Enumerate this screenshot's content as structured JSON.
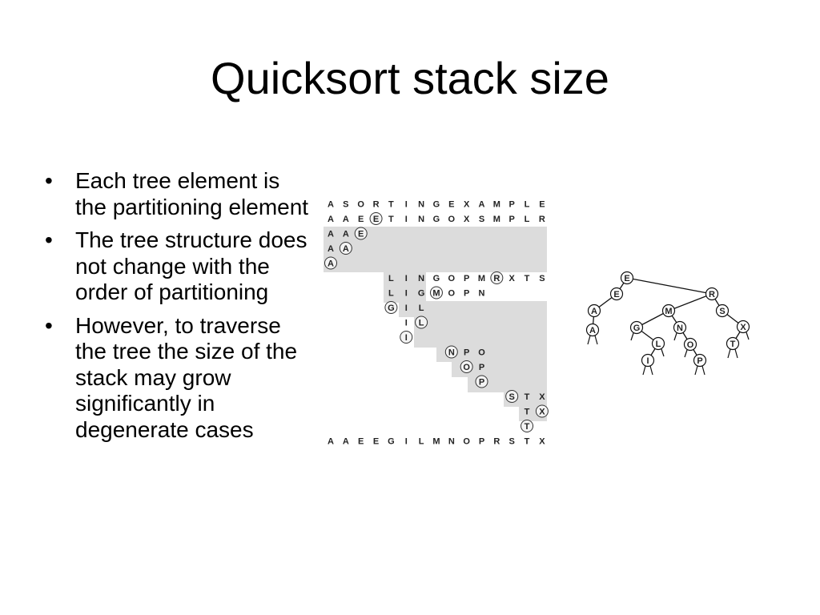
{
  "slide": {
    "title": "Quicksort stack size",
    "bullet_symbol": "•",
    "bullets": [
      "Each tree element is the partitioning element",
      "The tree structure does not change with the order of partitioning",
      "However, to traverse the tree the size of the stack may grow significantly in degenerate cases"
    ]
  },
  "trace": {
    "rows": [
      {
        "cells": [
          [
            "A",
            0
          ],
          [
            "S",
            0
          ],
          [
            "O",
            0
          ],
          [
            "R",
            0
          ],
          [
            "T",
            0
          ],
          [
            "I",
            0
          ],
          [
            "N",
            0
          ],
          [
            "G",
            0
          ],
          [
            "E",
            0
          ],
          [
            "X",
            0
          ],
          [
            "A",
            0
          ],
          [
            "M",
            0
          ],
          [
            "P",
            0
          ],
          [
            "L",
            0
          ],
          [
            "E",
            0
          ]
        ]
      },
      {
        "cells": [
          [
            "A",
            0
          ],
          [
            "A",
            0
          ],
          [
            "E",
            0
          ],
          [
            "E",
            1
          ],
          [
            "T",
            0
          ],
          [
            "I",
            0
          ],
          [
            "N",
            0
          ],
          [
            "G",
            0
          ],
          [
            "O",
            0
          ],
          [
            "X",
            0
          ],
          [
            "S",
            0
          ],
          [
            "M",
            0
          ],
          [
            "P",
            0
          ],
          [
            "L",
            0
          ],
          [
            "R",
            0
          ]
        ]
      },
      {
        "cells": [
          [
            "A",
            0
          ],
          [
            "A",
            0
          ],
          [
            "E",
            1
          ]
        ]
      },
      {
        "cells": [
          [
            "A",
            0
          ],
          [
            "A",
            1
          ]
        ]
      },
      {
        "cells": [
          [
            "A",
            1
          ]
        ]
      },
      {
        "offset": 4,
        "cells": [
          [
            "L",
            0
          ],
          [
            "I",
            0
          ],
          [
            "N",
            0
          ],
          [
            "G",
            0
          ],
          [
            "O",
            0
          ],
          [
            "P",
            0
          ],
          [
            "M",
            0
          ],
          [
            "R",
            1
          ],
          [
            "X",
            0
          ],
          [
            "T",
            0
          ],
          [
            "S",
            0
          ]
        ]
      },
      {
        "offset": 4,
        "cells": [
          [
            "L",
            0
          ],
          [
            "I",
            0
          ],
          [
            "G",
            0
          ],
          [
            "M",
            1
          ],
          [
            "O",
            0
          ],
          [
            "P",
            0
          ],
          [
            "N",
            0
          ]
        ]
      },
      {
        "offset": 4,
        "cells": [
          [
            "G",
            1
          ],
          [
            "I",
            0
          ],
          [
            "L",
            0
          ]
        ]
      },
      {
        "offset": 5,
        "cells": [
          [
            "I",
            0
          ],
          [
            "L",
            1
          ]
        ]
      },
      {
        "offset": 5,
        "cells": [
          [
            "I",
            1
          ]
        ]
      },
      {
        "offset": 8,
        "cells": [
          [
            "N",
            1
          ],
          [
            "P",
            0
          ],
          [
            "O",
            0
          ]
        ]
      },
      {
        "offset": 9,
        "cells": [
          [
            "O",
            1
          ],
          [
            "P",
            0
          ]
        ]
      },
      {
        "offset": 10,
        "cells": [
          [
            "P",
            1
          ]
        ]
      },
      {
        "offset": 12,
        "cells": [
          [
            "S",
            1
          ],
          [
            "T",
            0
          ],
          [
            "X",
            0
          ]
        ]
      },
      {
        "offset": 13,
        "cells": [
          [
            "T",
            0
          ],
          [
            "X",
            1
          ]
        ]
      },
      {
        "offset": 13,
        "cells": [
          [
            "T",
            1
          ]
        ]
      },
      {
        "cells": [
          [
            "A",
            0
          ],
          [
            "A",
            0
          ],
          [
            "E",
            0
          ],
          [
            "E",
            0
          ],
          [
            "G",
            0
          ],
          [
            "I",
            0
          ],
          [
            "L",
            0
          ],
          [
            "M",
            0
          ],
          [
            "N",
            0
          ],
          [
            "O",
            0
          ],
          [
            "P",
            0
          ],
          [
            "R",
            0
          ],
          [
            "S",
            0
          ],
          [
            "T",
            0
          ],
          [
            "X",
            0
          ]
        ]
      }
    ]
  },
  "tree": {
    "nodes": [
      {
        "id": "E1",
        "label": "E"
      },
      {
        "id": "E2",
        "label": "E"
      },
      {
        "id": "R",
        "label": "R"
      },
      {
        "id": "A1",
        "label": "A"
      },
      {
        "id": "A2",
        "label": "A"
      },
      {
        "id": "M",
        "label": "M"
      },
      {
        "id": "S",
        "label": "S"
      },
      {
        "id": "G",
        "label": "G"
      },
      {
        "id": "N",
        "label": "N"
      },
      {
        "id": "X",
        "label": "X"
      },
      {
        "id": "L",
        "label": "L"
      },
      {
        "id": "O",
        "label": "O"
      },
      {
        "id": "T",
        "label": "T"
      },
      {
        "id": "I",
        "label": "I"
      },
      {
        "id": "P",
        "label": "P"
      }
    ],
    "edges": [
      [
        "E1",
        "E2"
      ],
      [
        "E1",
        "R"
      ],
      [
        "E2",
        "A1"
      ],
      [
        "A1",
        "A2"
      ],
      [
        "R",
        "M"
      ],
      [
        "R",
        "S"
      ],
      [
        "M",
        "G"
      ],
      [
        "M",
        "N"
      ],
      [
        "G",
        "L"
      ],
      [
        "L",
        "I"
      ],
      [
        "N",
        "O"
      ],
      [
        "O",
        "P"
      ],
      [
        "S",
        "X"
      ],
      [
        "X",
        "T"
      ]
    ]
  }
}
